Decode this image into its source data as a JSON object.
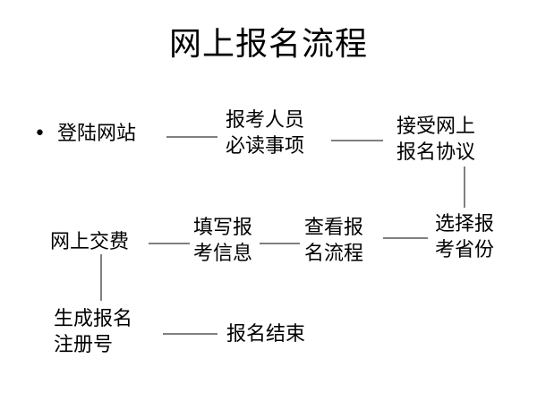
{
  "title": "网上报名流程",
  "bullet": "•",
  "steps": {
    "login": [
      "登陆网站"
    ],
    "must_read": [
      "报考人员",
      "必读事项"
    ],
    "accept_agreement": [
      "接受网上",
      "报名协议"
    ],
    "select_province": [
      "选择报",
      "考省份"
    ],
    "view_process": [
      "查看报",
      "名流程"
    ],
    "fill_info": [
      "填写报",
      "考信息"
    ],
    "pay_online": [
      "网上交费"
    ],
    "generate_number": [
      "生成报名",
      "注册号"
    ],
    "finish": [
      "报名结束"
    ]
  }
}
